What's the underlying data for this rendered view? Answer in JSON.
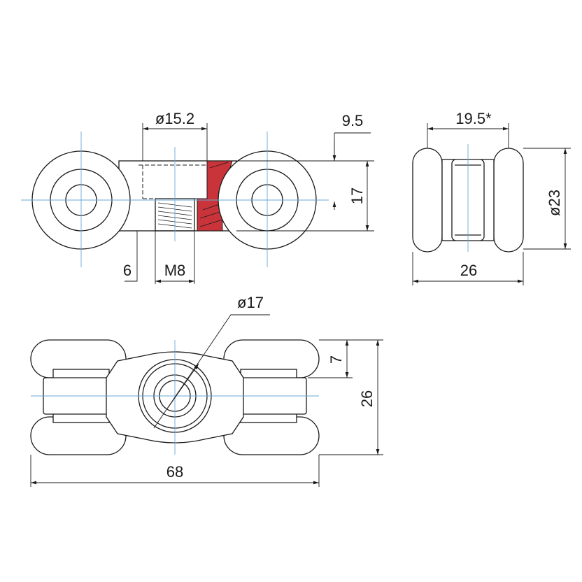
{
  "drawing": {
    "dimensions": {
      "bore_diameter": "ø15.2",
      "offset_top": "9.5",
      "body_height": "17",
      "offset_6": "6",
      "thread": "M8",
      "wheel_span": "19.5*",
      "wheel_diameter": "ø23",
      "side_width": "26",
      "hub_diameter": "ø17",
      "wheel_thickness": "7",
      "overall_height": "26",
      "overall_length": "68"
    },
    "colors": {
      "line": "#1a1a1a",
      "centerline": "#6aa9d6",
      "section_hatch": "#c8343a",
      "background": "#ffffff"
    }
  }
}
